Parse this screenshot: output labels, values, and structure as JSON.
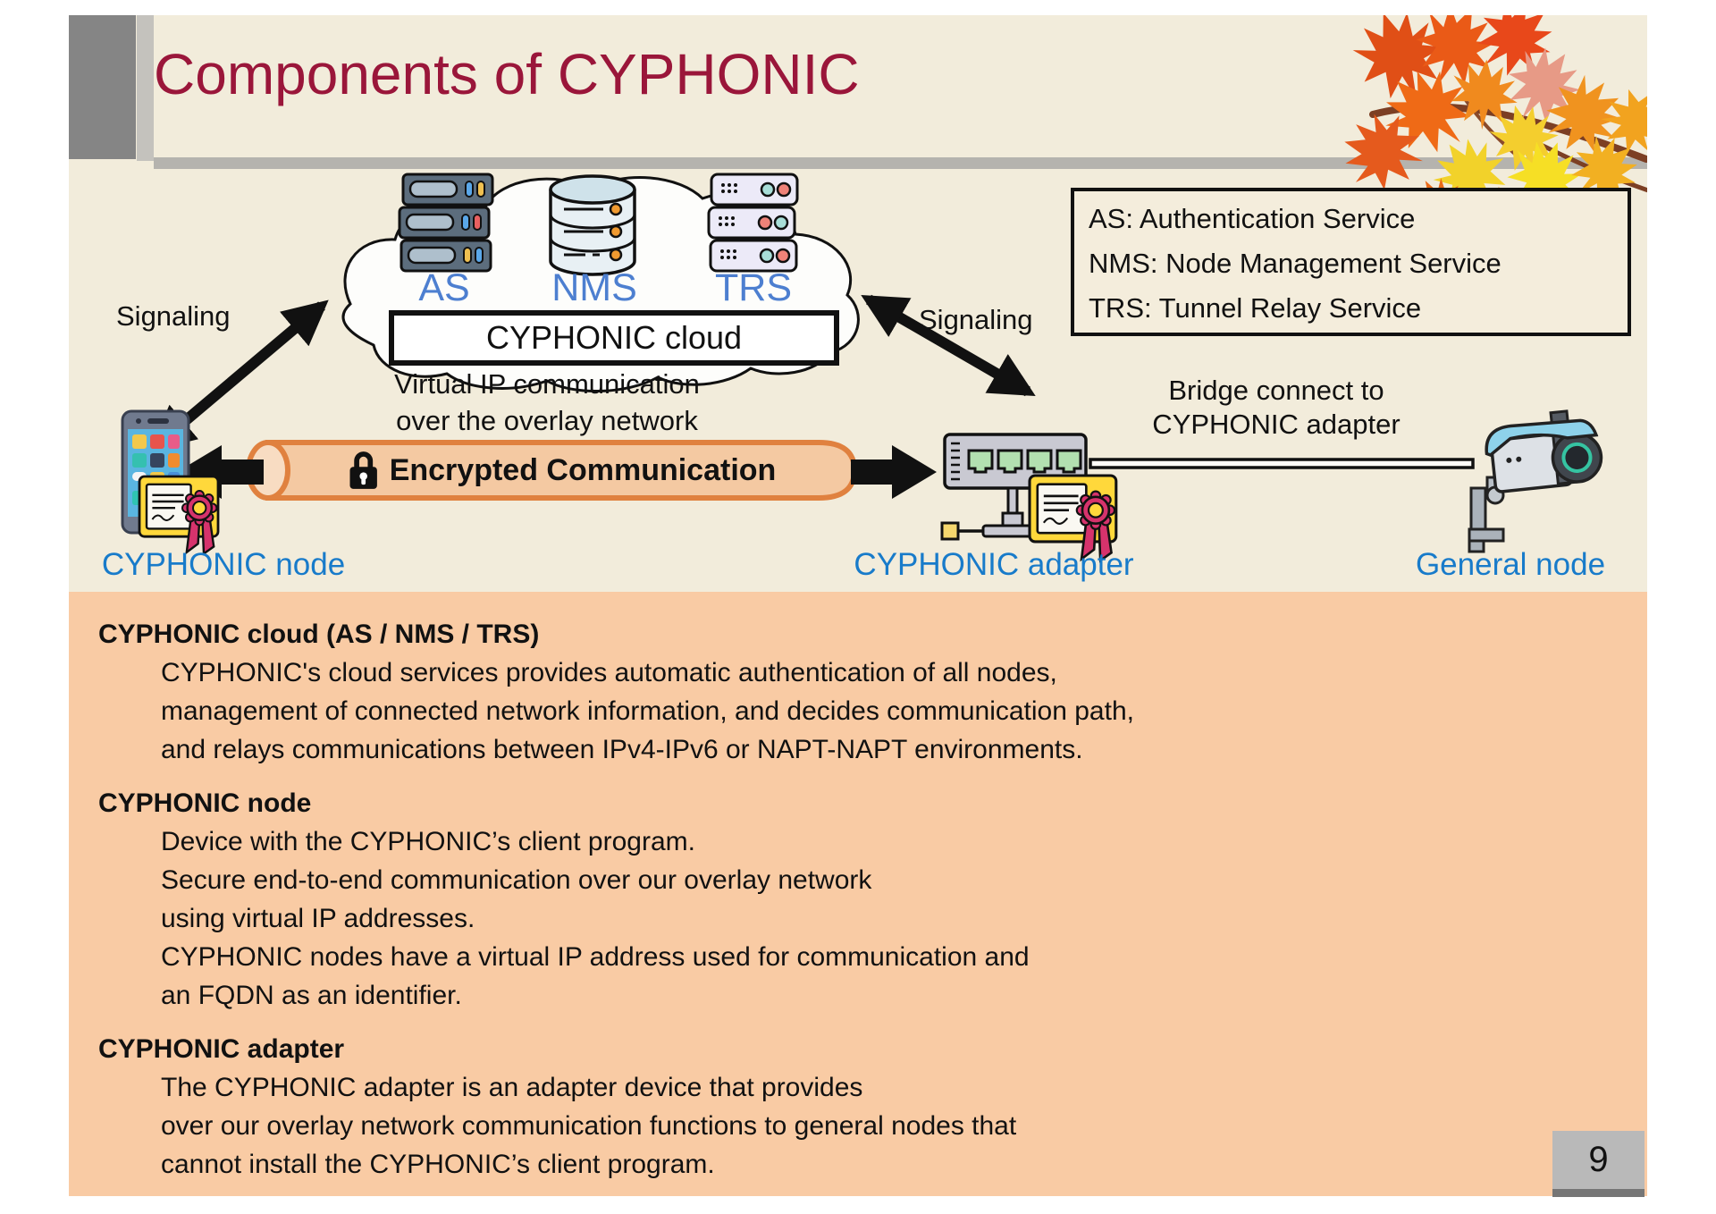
{
  "slide": {
    "title": "Components of CYPHONIC",
    "page_number": "9"
  },
  "diagram": {
    "legend": {
      "lines": [
        "AS: Authentication Service",
        "NMS: Node Management Service",
        "TRS: Tunnel Relay Service"
      ]
    },
    "signaling_left": "Signaling",
    "signaling_right": "Signaling",
    "cloud": {
      "services": [
        {
          "label": "AS"
        },
        {
          "label": "NMS"
        },
        {
          "label": "TRS"
        }
      ],
      "box_label": "CYPHONIC cloud"
    },
    "virtual_ip": {
      "line1": "Virtual IP communication",
      "line2": "over the overlay network"
    },
    "encrypted_label": "Encrypted Communication",
    "bridge": {
      "line1": "Bridge connect to",
      "line2": "CYPHONIC adapter"
    },
    "labels": {
      "node": "CYPHONIC node",
      "adapter": "CYPHONIC adapter",
      "general": "General node"
    }
  },
  "body": {
    "sections": [
      {
        "heading": "CYPHONIC cloud (AS / NMS / TRS)",
        "lines": [
          "CYPHONIC's cloud services provides automatic authentication of all nodes,",
          "management of connected network information, and decides communication path,",
          "and relays communications between IPv4-IPv6 or NAPT-NAPT environments."
        ]
      },
      {
        "heading": "CYPHONIC node",
        "lines": [
          "Device with the CYPHONIC’s client program.",
          "Secure end-to-end communication over our overlay network",
          "using virtual IP addresses.",
          "CYPHONIC nodes have a virtual IP address used for communication and",
          "an FQDN as an identifier."
        ]
      },
      {
        "heading": "CYPHONIC adapter",
        "lines": [
          "The CYPHONIC adapter is an adapter device that provides",
          "over our overlay network communication functions to general nodes that",
          "cannot install the CYPHONIC’s client program."
        ]
      }
    ]
  },
  "colors": {
    "title": "#9a163a",
    "slide_bg": "#f2ecdb",
    "panel_bg": "#f9cba4",
    "label_blue": "#187bca",
    "service_blue": "#4d7fd0",
    "pipe_border": "#e0813f",
    "pipe_fill": "#f4c9a2"
  }
}
